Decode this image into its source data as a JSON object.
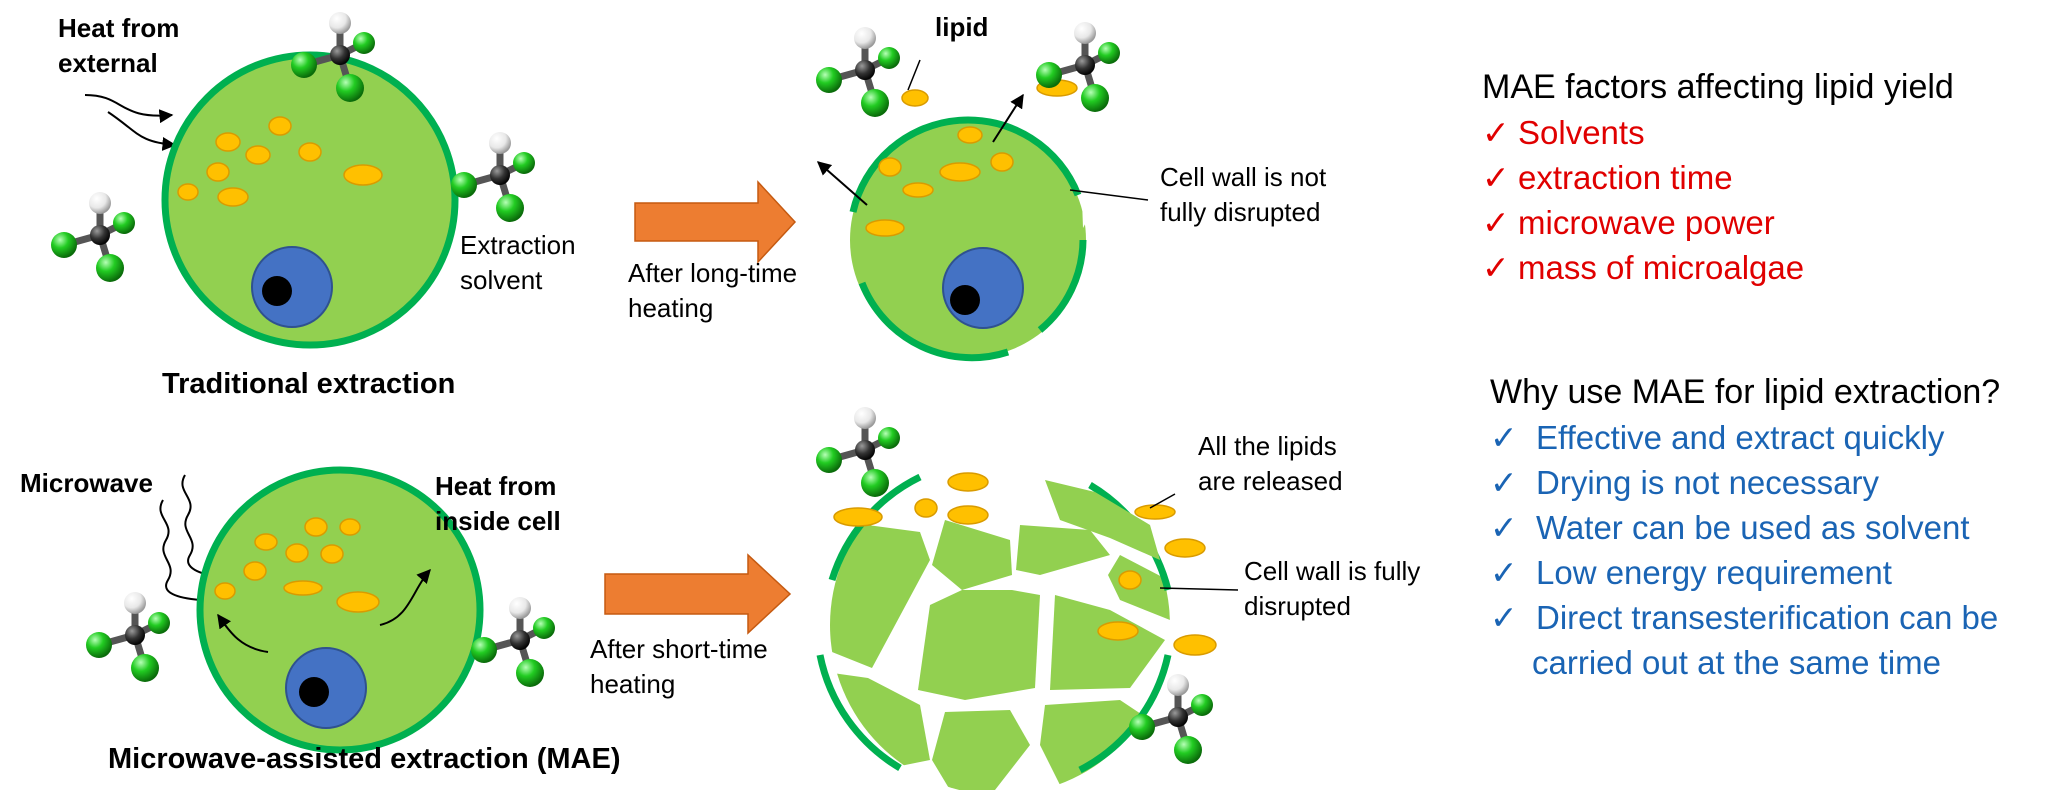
{
  "traditional": {
    "heat_label": [
      "Heat from",
      "external"
    ],
    "solvent_label": [
      "Extraction",
      "solvent"
    ],
    "arrow_label": [
      "After long-time",
      "heating"
    ],
    "lipid_label": "lipid",
    "wall_label": [
      "Cell wall is not",
      "fully disrupted"
    ],
    "caption": "Traditional extraction"
  },
  "mae": {
    "microwave_label": "Microwave",
    "heat_label": [
      "Heat from",
      "inside cell"
    ],
    "arrow_label": [
      "After short-time",
      "heating"
    ],
    "released_label": [
      "All the lipids",
      "are released"
    ],
    "wall_label": [
      "Cell wall is fully",
      "disrupted"
    ],
    "caption": "Microwave-assisted extraction (MAE)"
  },
  "factors": {
    "title": "MAE factors affecting lipid yield",
    "items": [
      "Solvents",
      "extraction time",
      "microwave power",
      "mass of microalgae"
    ],
    "check": "✓",
    "color": "#e00000"
  },
  "why": {
    "title": "Why use MAE for lipid extraction?",
    "items": [
      "Effective and extract quickly",
      "Drying is not necessary",
      "Water can be used as solvent",
      "Low energy requirement",
      "Direct transesterification can be"
    ],
    "continuation": "carried out at the same time",
    "check": "✓",
    "color": "#1a64b4"
  },
  "colors": {
    "cell_fill": "#92d050",
    "cell_wall": "#00b050",
    "nucleus": "#4472c4",
    "lipid": "#ffc000",
    "arrow": "#ed7d31",
    "chlorine": "#22cc22",
    "carbon": "#333333",
    "hydrogen": "#ffffff"
  }
}
